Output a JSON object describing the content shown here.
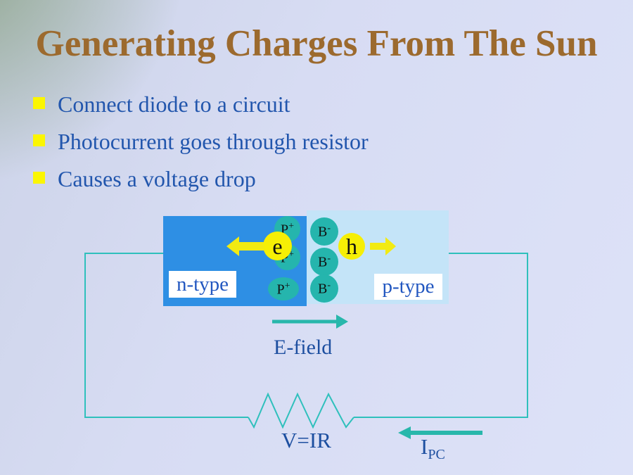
{
  "slide": {
    "title": "Generating Charges From The Sun",
    "bullets": [
      {
        "label": "Connect diode to a circuit"
      },
      {
        "label": "Photocurrent goes through resistor"
      },
      {
        "label": "Causes a voltage drop"
      }
    ]
  },
  "diagram": {
    "n_region_label": "n-type",
    "p_region_label": "p-type",
    "electron_label": "e",
    "hole_label": "h",
    "donor_ion": {
      "base": "P",
      "sign": "+"
    },
    "acceptor_ion": {
      "base": "B",
      "sign": "-"
    },
    "efield_label": "E-field",
    "voltage_label": "V=IR",
    "current_label": {
      "base": "I",
      "sub": "PC"
    }
  },
  "colors": {
    "title_text": "#9c6a2e",
    "bullet_text": "#2256ad",
    "bullet_marker": "#fbf602",
    "n_region_fill": "#2e8fe4",
    "p_region_fill": "#c4e4f8",
    "ion_fill": "#25b5ad",
    "carrier_fill": "#f6ef05",
    "wire_teal": "#2fc0bc",
    "arrow_teal": "#28b7ab",
    "diagram_label_text": "#1d4fa0",
    "region_label_text": "#2257c0",
    "background_corner_green": "#8fa68c",
    "background_lavender": "#dde2f8"
  }
}
